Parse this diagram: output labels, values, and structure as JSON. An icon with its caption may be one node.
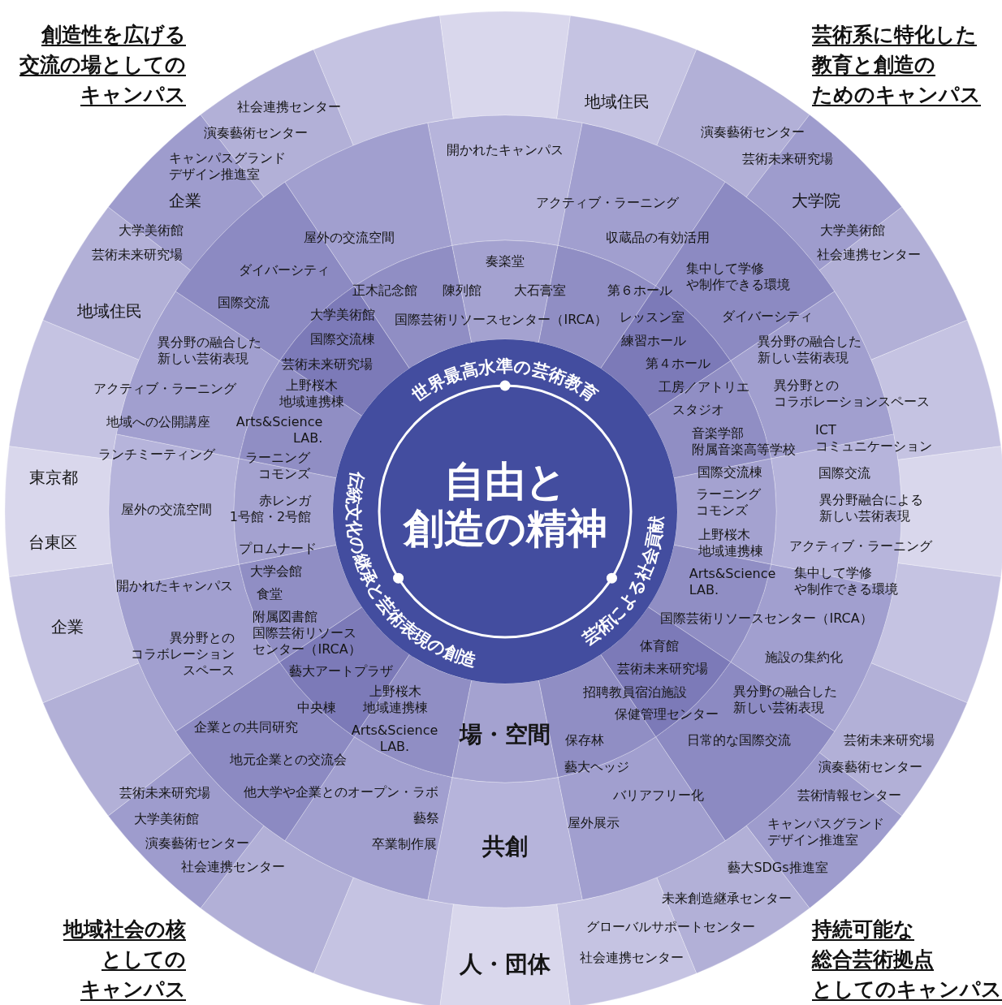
{
  "diagram": {
    "nodes": [
      {
        "text": [
          "世界最高水準の芸術教育",
          "自由と創造の精神",
          "伝統文化の継承と芸術表現の創造",
          "芸術による社会貢献"
        ]
      }
    ],
    "labels": [
      "創造性を広げる交流の場としてのキャンパス",
      "芸術系に特化した教育と創造のためのキャンパス",
      "地域住民",
      "社会連携センター",
      "演奏藝術センター",
      "演奏藝術センター",
      "開かれたキャンパス",
      "芸術未来研究場",
      "キャンパスグランドデザイン推進室",
      "企業",
      "大学院",
      "アクティブ・ラーニング",
      "大学美術館",
      "大学美術館",
      "屋外の交流空間",
      "収蔵品の有効活用",
      "芸術未来研究場",
      "社会連携センター",
      "奏楽堂",
      "ダイバーシティ",
      "集中して学修や制作できる環境",
      "正木記念館",
      "陳列館",
      "大石膏室",
      "第６ホール",
      "国際交流",
      "地域住民",
      "大学美術館",
      "ダイバーシティ",
      "レッスン室",
      "国際芸術リソースセンター（IRCA）",
      "国際交流棟",
      "練習ホール",
      "異分野の融合した新しい芸術表現",
      "異分野の融合した新しい芸術表現",
      "芸術未来研究場",
      "第４ホール",
      "工房／アトリエ",
      "アクティブ・ラーニング",
      "上野桜木地域連携棟",
      "異分野とのコラボレーションスペース",
      "スタジオ",
      "地域への公開講座",
      "Arts&Science LAB.",
      "ICTコミュニケーション",
      "音楽学部附属音楽高等学校",
      "ランチミーティング",
      "ラーニングコモンズ",
      "国際交流棟",
      "国際交流",
      "東京都",
      "ラーニングコモンズ",
      "異分野融合による新しい芸術表現",
      "赤レンガ1号館・2号館",
      "屋外の交流空間",
      "台東区",
      "上野桜木地域連携棟",
      "アクティブ・ラーニング",
      "プロムナード",
      "大学会館",
      "集中して学修や制作できる環境",
      "Arts&Science LAB.",
      "開かれたキャンパス",
      "食堂",
      "国際芸術リソースセンター（IRCA）",
      "企業",
      "附属図書館国際芸術リソースセンター（IRCA）",
      "体育館",
      "異分野とのコラボレーションスペース",
      "施設の集約化",
      "芸術未来研究場",
      "藝大アートプラザ",
      "招聘教員宿泊施設",
      "上野桜木地域連携棟",
      "異分野の融合した新しい芸術表現",
      "中央棟",
      "保健管理センター",
      "企業との共同研究",
      "場・空間",
      "Arts&Science LAB.",
      "保存林",
      "日常的な国際交流",
      "芸術未来研究場",
      "地元企業との交流会",
      "藝大ヘッジ",
      "演奏藝術センター",
      "他大学や企業とのオープン・ラボ",
      "芸術未来研究場",
      "バリアフリー化",
      "芸術情報センター",
      "藝祭",
      "大学美術館",
      "屋外展示",
      "キャンパスグランドデザイン推進室",
      "演奏藝術センター",
      "卒業制作展",
      "共創",
      "社会連携センター",
      "藝大SDGs推進室",
      "未来創造継承センター",
      "地域社会の核としてのキャンパス",
      "持続可能な総合芸術拠点としてのキャンパス",
      "グローバルサポートセンター",
      "社会連携センター",
      "人・団体"
    ]
  }
}
